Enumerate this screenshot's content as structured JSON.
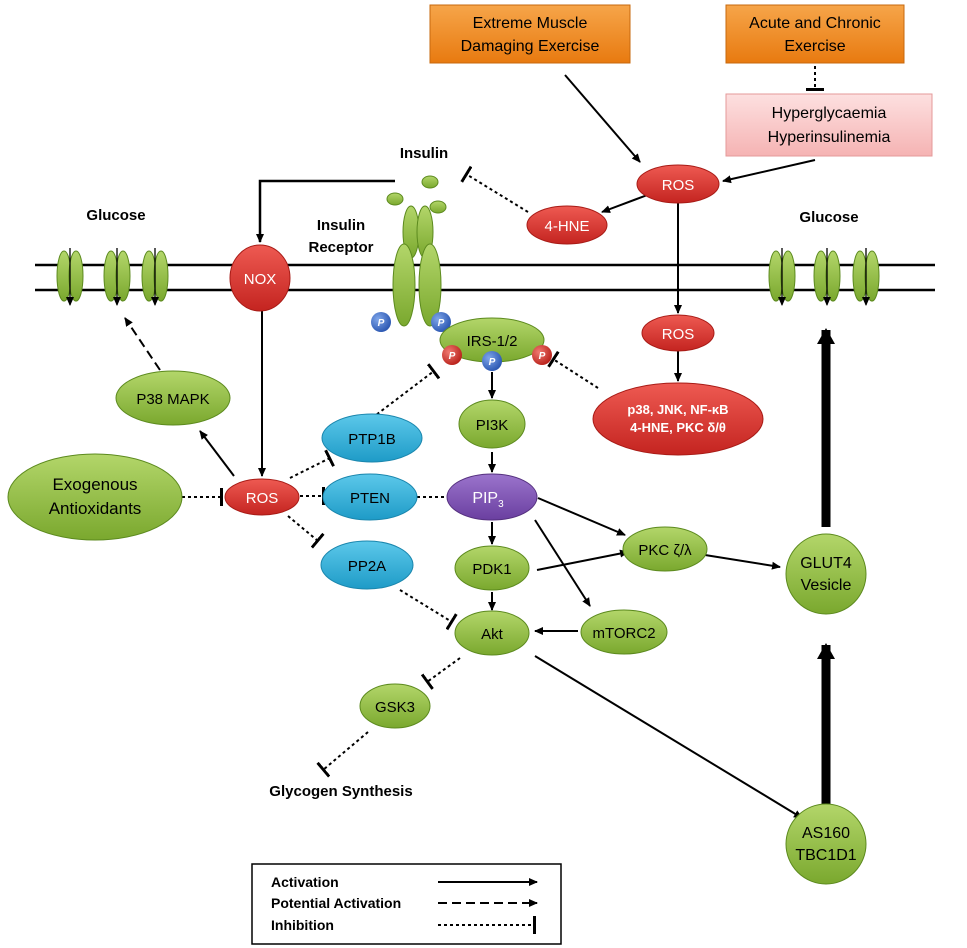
{
  "colors": {
    "green": "#8fbc3e",
    "red": "#d9302a",
    "blue": "#2fb1d9",
    "purple": "#7b4fb0",
    "orange": "#f2891d",
    "pink": "#f8c3c3",
    "phospho_blue": "#3c6fc9"
  },
  "stimuli": {
    "muscle_damage": [
      "Extreme Muscle",
      "Damaging Exercise"
    ],
    "acute_chronic": [
      "Acute and Chronic",
      "Exercise"
    ],
    "hyper": [
      "Hyperglycaemia",
      "Hyperinsulinemia"
    ]
  },
  "labels": {
    "insulin": "Insulin",
    "insulin_receptor": [
      "Insulin",
      "Receptor"
    ],
    "glucose_left": "Glucose",
    "glucose_right": "Glucose",
    "glycogen": "Glycogen Synthesis",
    "phospho": "P"
  },
  "nodes": {
    "ros_top": "ROS",
    "hne": "4-HNE",
    "nox": "NOX",
    "ros_mid": "ROS",
    "ros_left": "ROS",
    "stress": [
      "p38, JNK, NF-κB",
      "4-HNE, PKC δ/θ"
    ],
    "irs": "IRS-1/2",
    "pi3k": "PI3K",
    "pip3": "PIP",
    "pip3_sub": "3",
    "pdk1": "PDK1",
    "akt": "Akt",
    "mtorc2": "mTORC2",
    "pkc": "PKC ζ/λ",
    "glut4": [
      "GLUT4",
      "Vesicle"
    ],
    "as160": [
      "AS160",
      "TBC1D1"
    ],
    "gsk3": "GSK3",
    "p38mapk": "P38 MAPK",
    "antioxidants": [
      "Exogenous",
      "Antioxidants"
    ],
    "ptp1b": "PTP1B",
    "pten": "PTEN",
    "pp2a": "PP2A"
  },
  "legend": {
    "activation": "Activation",
    "potential": "Potential Activation",
    "inhibition": "Inhibition"
  }
}
